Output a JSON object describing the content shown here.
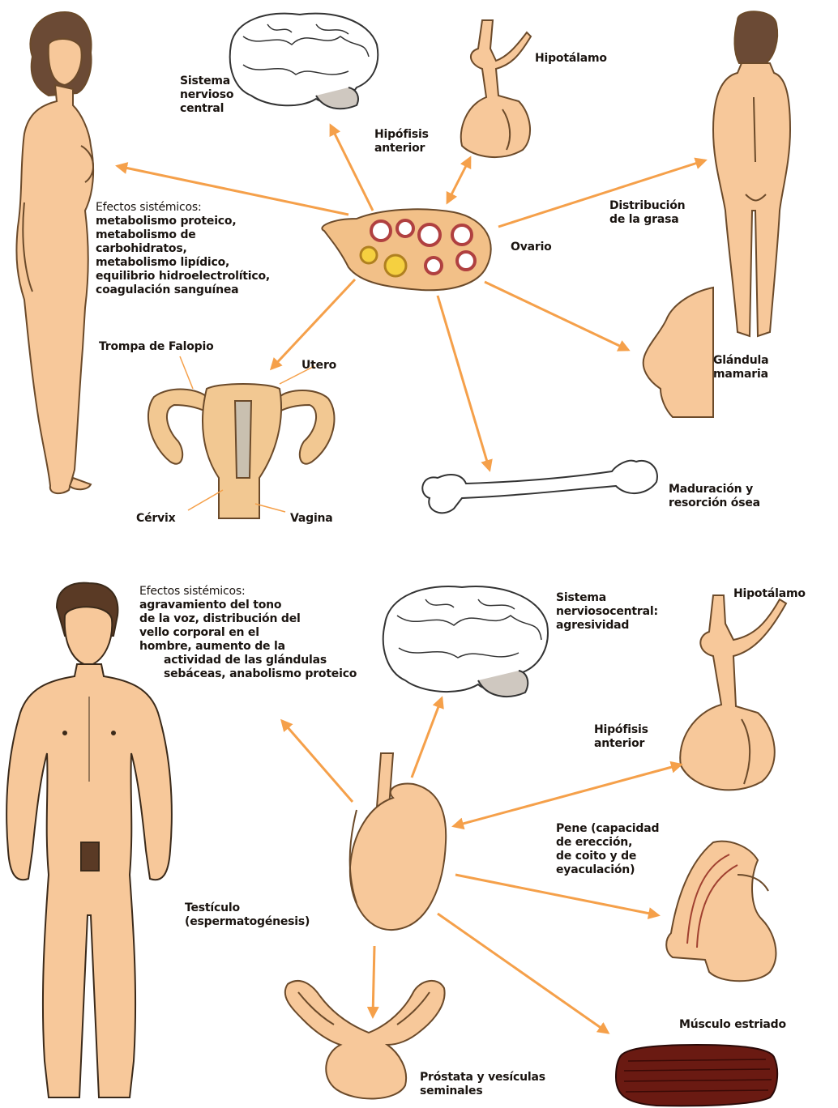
{
  "female": {
    "brain_label": [
      "Sistema",
      "nervioso",
      "central"
    ],
    "hypothalamus_label": "Hipotálamo",
    "pituitary_label": [
      "Hipófisis",
      "anterior"
    ],
    "systemic_title": "Efectos sistémicos:",
    "systemic_items": [
      "metabolismo proteico,",
      "metabolismo de",
      "carbohidratos,",
      "metabolismo lipídico,",
      "equilibrio hidroelectrolítico,",
      "coagulación sanguínea"
    ],
    "fat_label": [
      "Distribución",
      "de la grasa"
    ],
    "ovary_label": "Ovario",
    "fallopian_label": "Trompa de Falopio",
    "uterus_label": "Utero",
    "mammary_label": [
      "Glándula",
      "mamaria"
    ],
    "cervix_label": "Cérvix",
    "vagina_label": "Vagina",
    "bone_label": [
      "Maduración y",
      "resorción ósea"
    ]
  },
  "male": {
    "systemic_lines": [
      "Efectos sistémicos:",
      "agravamiento del tono",
      "de la voz, distribución del",
      "vello corporal en el",
      "hombre, aumento de la",
      "actividad de las glándulas",
      "sebáceas, anabolismo proteico"
    ],
    "cns_label": [
      "Sistema",
      "nerviosocentral:",
      "agresividad"
    ],
    "hypothalamus_label": "Hipotálamo",
    "pituitary_label": [
      "Hipófisis",
      "anterior"
    ],
    "penis_label": [
      "Pene  (capacidad",
      "de erección,",
      "de coito y de",
      "eyaculación)"
    ],
    "testis_label": [
      "Testículo",
      "(espermatogénesis)"
    ],
    "muscle_label": "Músculo estriado",
    "prostate_label": [
      "Próstata y vesículas",
      "seminales"
    ]
  },
  "colors": {
    "arrow": "#f5a04a",
    "skin": "#f7c89a",
    "outline": "#6b4a2a",
    "text": "#1a1410"
  },
  "icons": [
    "brain-icon",
    "hypothalamus-pituitary-icon",
    "ovary-icon",
    "uterus-icon",
    "bone-icon",
    "breast-icon",
    "testis-icon",
    "penis-icon",
    "prostate-icon",
    "muscle-icon",
    "female-figure",
    "male-figure"
  ]
}
